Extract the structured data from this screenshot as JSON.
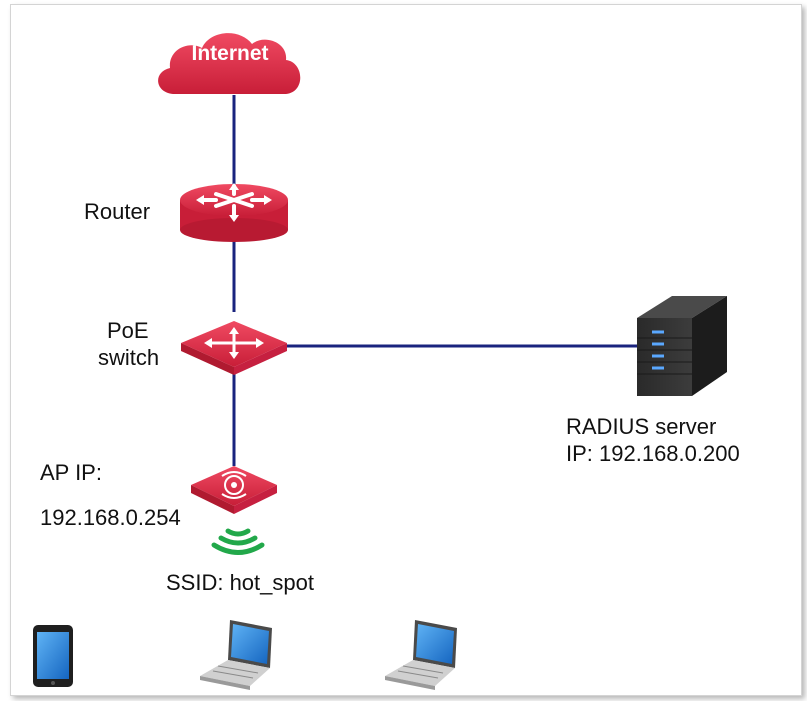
{
  "nodes": {
    "internet": {
      "label": "Internet"
    },
    "router": {
      "label": "Router"
    },
    "poe_switch": {
      "label_line1": "PoE",
      "label_line2": "switch"
    },
    "radius_server": {
      "label_line1": "RADIUS server",
      "label_line2": "IP: 192.168.0.200"
    },
    "access_point": {
      "label_line1": "AP IP:",
      "label_line2": "192.168.0.254"
    },
    "wireless": {
      "label": "SSID: hot_spot"
    }
  },
  "colors": {
    "device_red": "#e2304b",
    "link_blue": "#1a237e",
    "wifi_green": "#22a84a",
    "server_dark": "#2b2b2b",
    "device_blue": "#1e88e5"
  },
  "icons": [
    "cloud-icon",
    "router-icon",
    "switch-icon",
    "server-icon",
    "access-point-icon",
    "wifi-signal-icon",
    "phone-icon",
    "laptop-icon"
  ]
}
